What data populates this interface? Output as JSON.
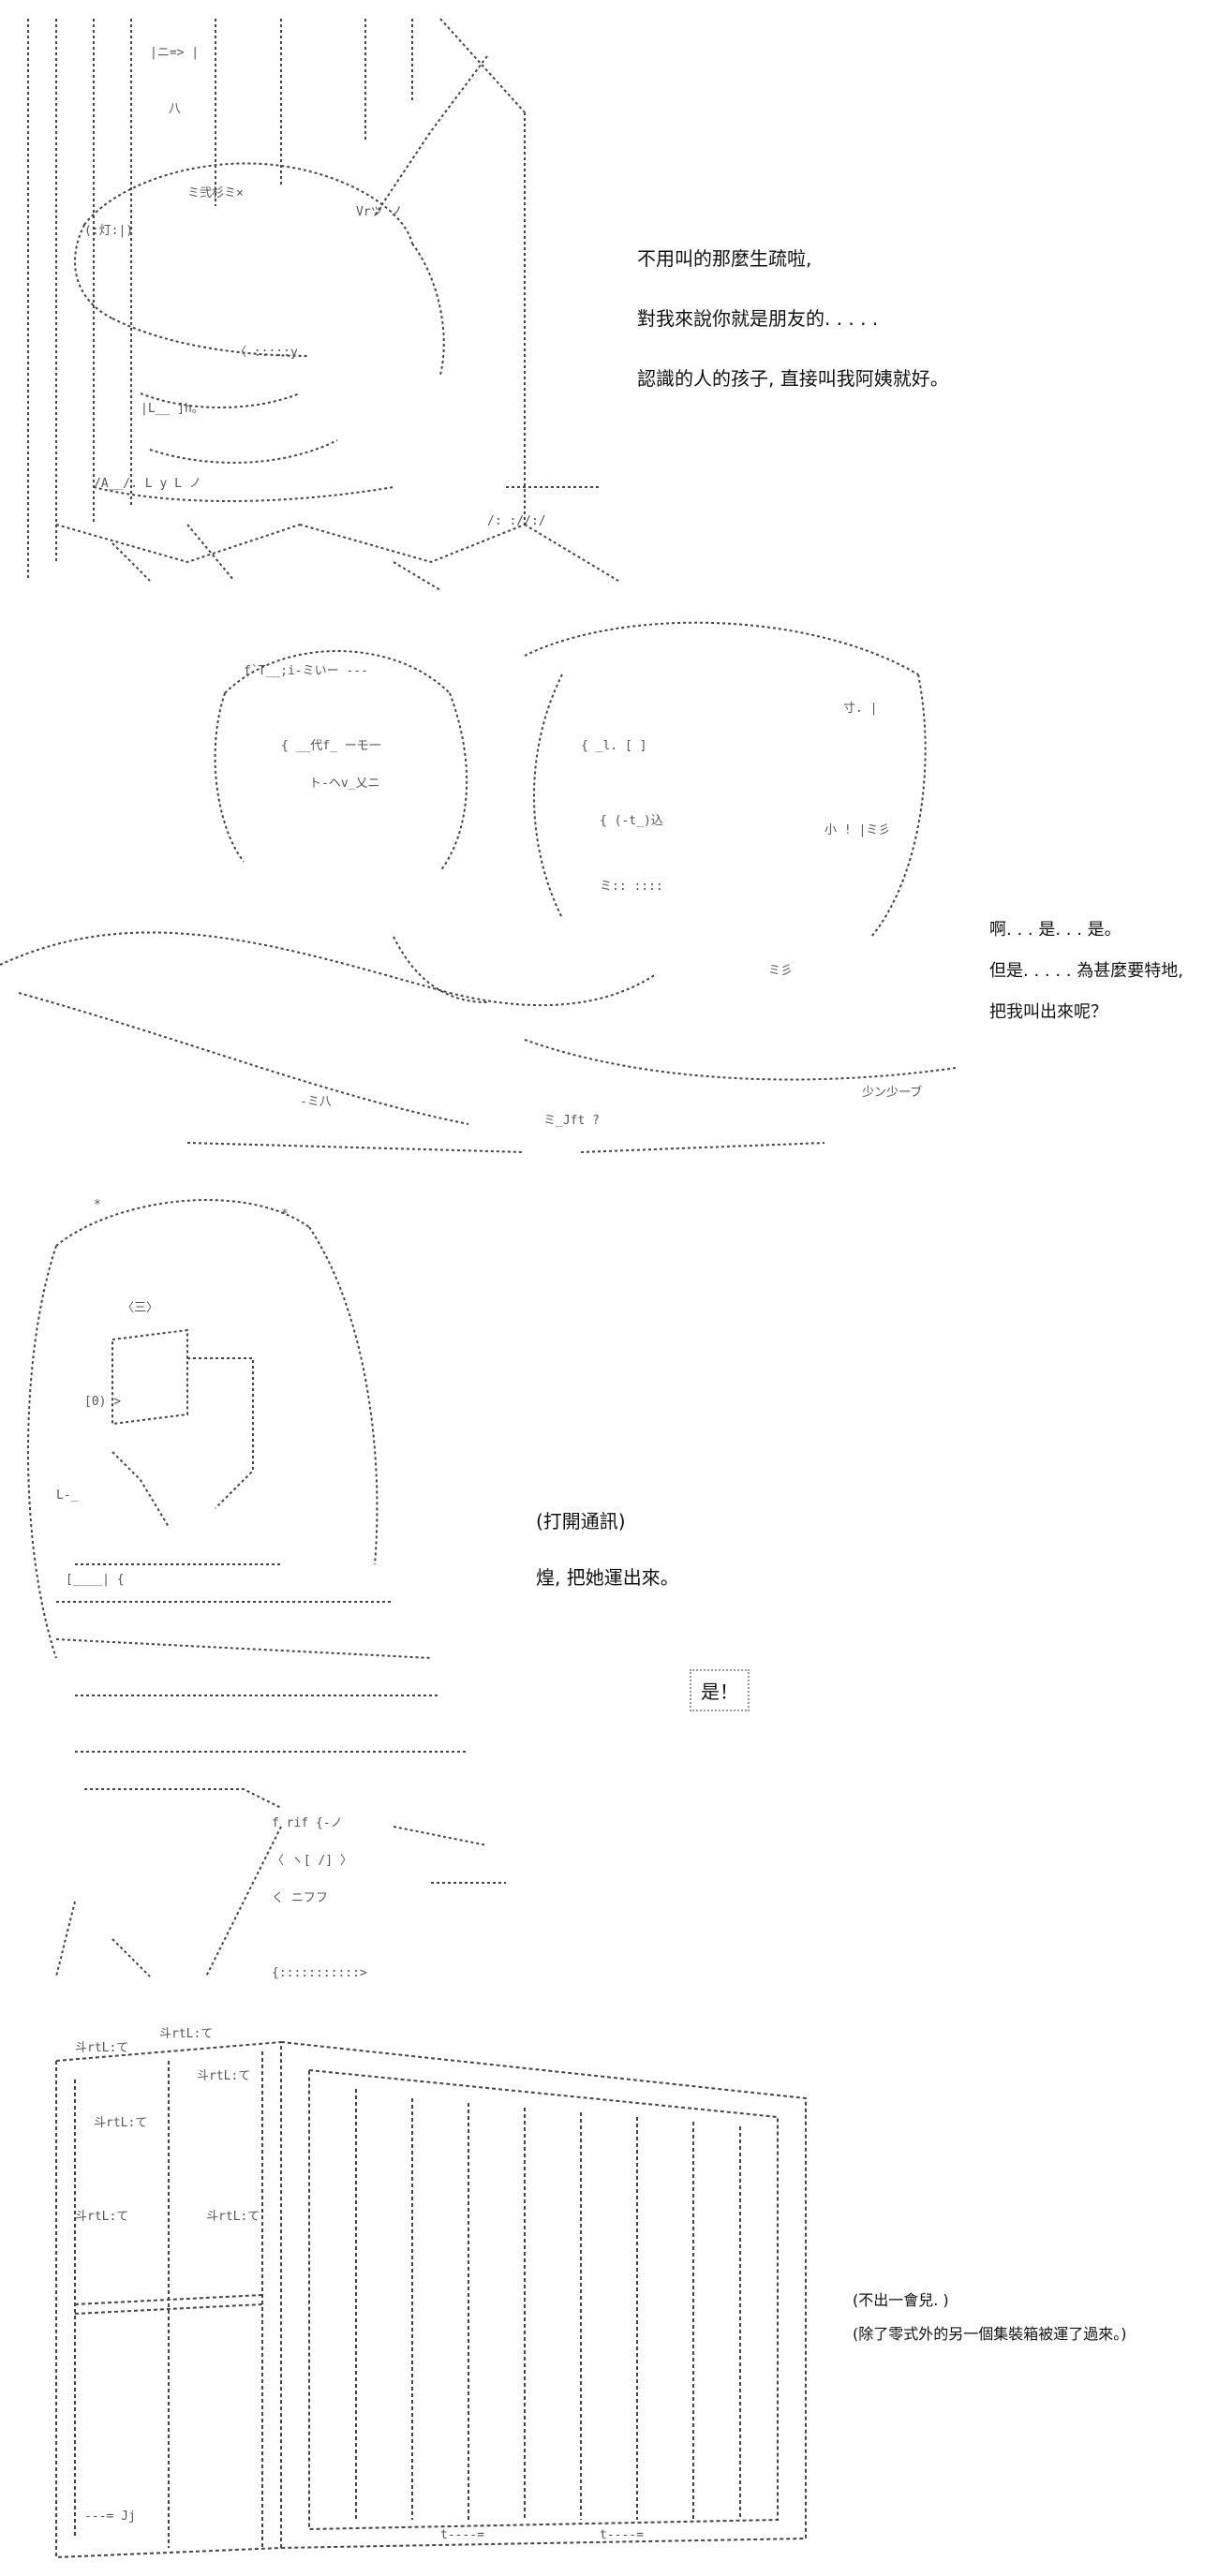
{
  "panel1": {
    "lines": [
      "不用叫的那麼生疏啦,",
      "對我來說你就是朋友的. . . . .",
      "認識的人的孩子, 直接叫我阿姨就好。"
    ]
  },
  "panel2": {
    "lines": [
      "啊. . . 是. . . 是。",
      "但是. . . . . 為甚麼要特地,",
      "把我叫出來呢？"
    ]
  },
  "panel3": {
    "lines": [
      "(打開通訊)",
      "煌, 把她運出來。"
    ],
    "reply": "是！"
  },
  "panel4": {
    "lines": [
      "(不出一會兒. )",
      "(除了零式外的另一個集裝箱被運了過來。)"
    ]
  }
}
